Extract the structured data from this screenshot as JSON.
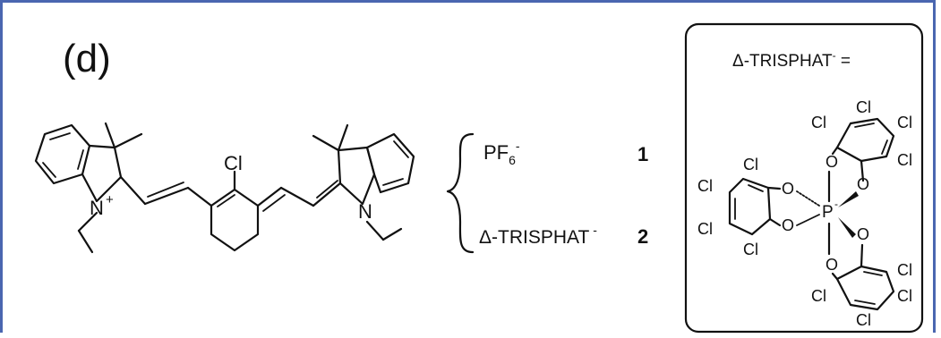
{
  "panel_label": "(d)",
  "cation": {
    "chloro": "Cl",
    "nitrogen": "N",
    "nitrogen_charge": "+"
  },
  "counterions": [
    {
      "formula_main": "PF",
      "formula_sub": "6",
      "formula_sup": "-",
      "number": "1"
    },
    {
      "formula_main": "Δ-TRISPHAT",
      "formula_sup": " -",
      "number": "2"
    }
  ],
  "inset": {
    "title_main": "Δ-TRISPHAT",
    "title_sup": "-",
    "title_eq": " =",
    "atom_cl": "Cl",
    "atom_o": "O",
    "atom_p": "P",
    "atom_p_charge": "-"
  },
  "colors": {
    "frame": "#4a66b0",
    "ink": "#111111"
  }
}
